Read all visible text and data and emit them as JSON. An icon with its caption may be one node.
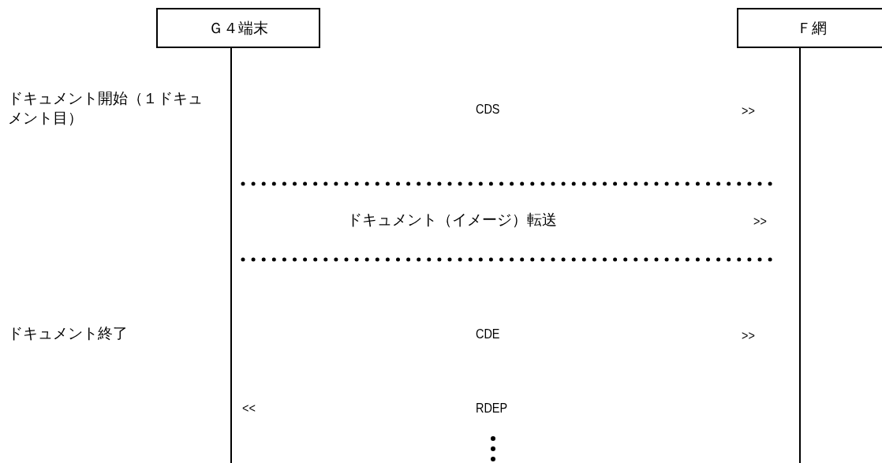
{
  "diagram": {
    "nodes": [
      {
        "text": [
          "Ｇ４端末"
        ]
      },
      {
        "text": [
          "Ｆ網"
        ]
      }
    ],
    "labels": [
      "ドキュメント開始（１ドキュメント目）",
      "CDS",
      ">>",
      "ドキュメント（イメージ）転送",
      ">>",
      "ドキュメント終了",
      "CDE",
      ">>",
      "<<",
      "RDEP"
    ]
  }
}
